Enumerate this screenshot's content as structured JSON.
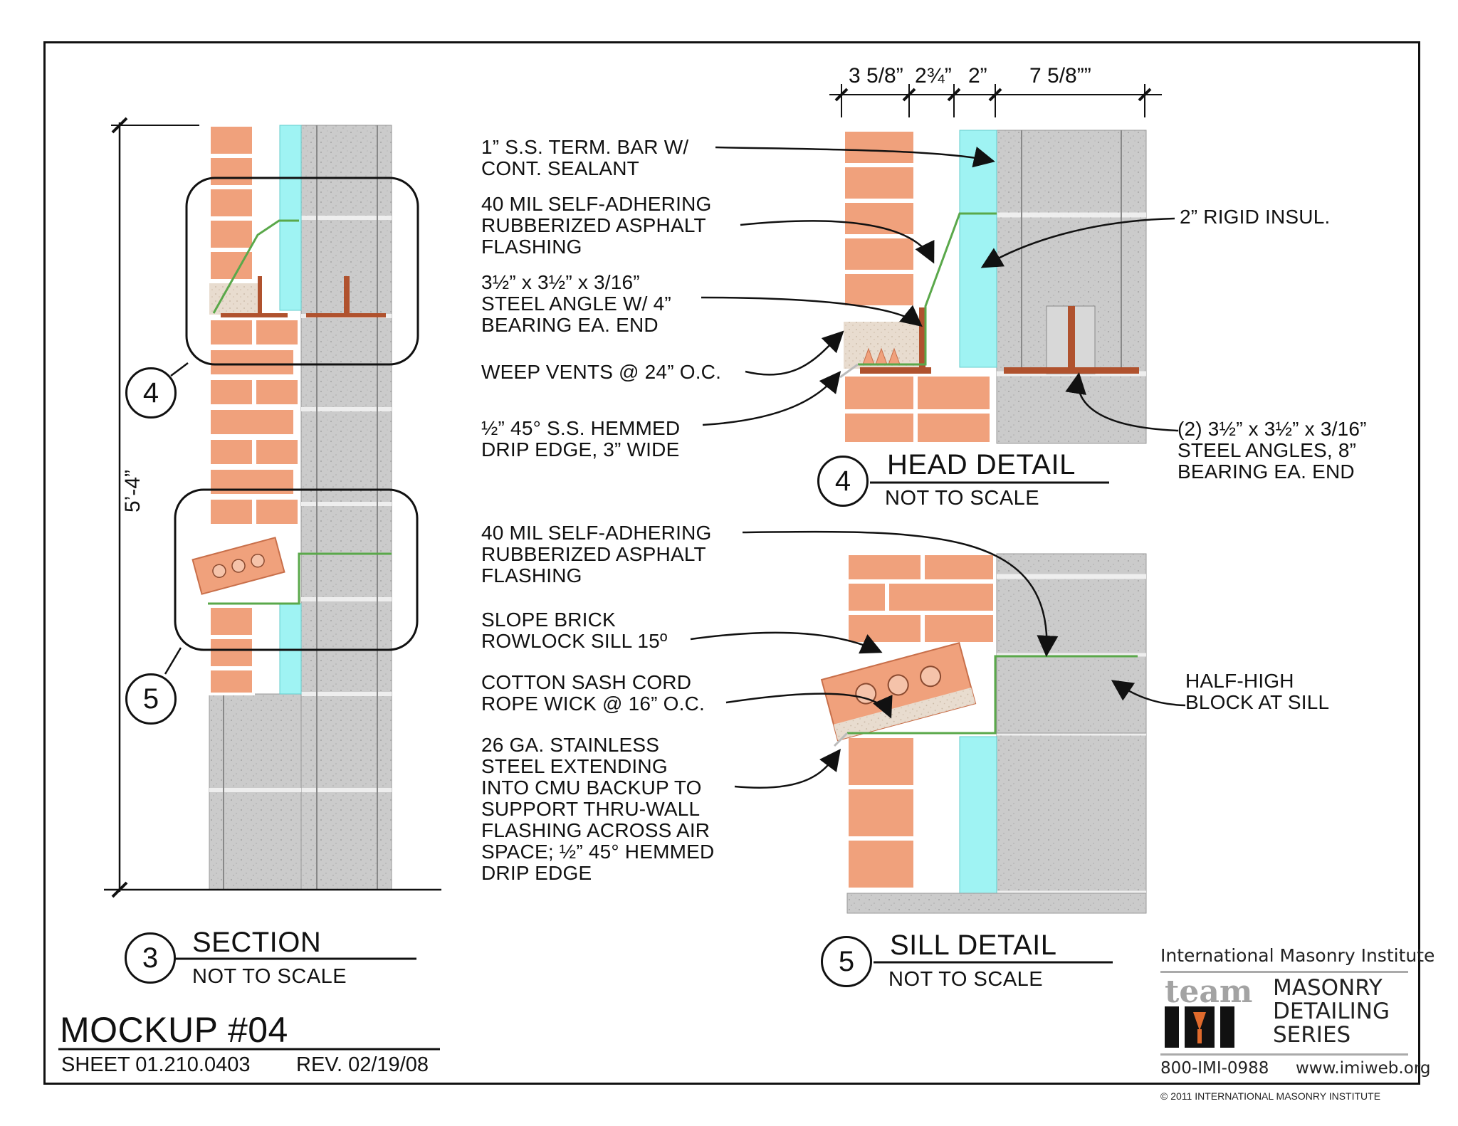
{
  "callouts": {
    "term_bar": "1” S.S. TERM. BAR W/\nCONT. SEALANT",
    "flashing_head": "40 MIL SELF-ADHERING\nRUBBERIZED ASPHALT\nFLASHING",
    "steel_angle": "3½” x 3½” x 3/16”\nSTEEL ANGLE W/ 4”\nBEARING EA. END",
    "weep_vents": "WEEP VENTS @ 24” O.C.",
    "drip_edge_head": "½” 45° S.S. HEMMED\nDRIP EDGE, 3” WIDE",
    "rigid_insul": "2” RIGID INSUL.",
    "steel_angles_block": "(2) 3½” x 3½” x 3/16”\nSTEEL ANGLES, 8”\nBEARING EA. END",
    "flashing_sill": "40 MIL SELF-ADHERING\nRUBBERIZED ASPHALT\nFLASHING",
    "rowlock_sill": "SLOPE BRICK\nROWLOCK SILL 15º",
    "sash_cord": "COTTON SASH CORD\nROPE WICK @ 16” O.C.",
    "stainless_steel": "26 GA. STAINLESS\nSTEEL EXTENDING\nINTO CMU BACKUP TO\nSUPPORT THRU-WALL\nFLASHING ACROSS AIR\nSPACE; ½” 45° HEMMED\nDRIP EDGE",
    "half_high_block": "HALF-HIGH\nBLOCK AT SILL"
  },
  "dimensions": {
    "height": "5’-4”",
    "head_widths": [
      "3 5/8”",
      "2¾”",
      "2”",
      "7 5/8””"
    ]
  },
  "details": {
    "section": {
      "number": "3",
      "title": "SECTION",
      "scale": "NOT TO SCALE"
    },
    "head": {
      "number": "4",
      "title": "HEAD DETAIL",
      "scale": "NOT TO SCALE"
    },
    "sill": {
      "number": "5",
      "title": "SILL DETAIL",
      "scale": "NOT TO SCALE"
    }
  },
  "section_bubbles": {
    "head_ref": "4",
    "sill_ref": "5"
  },
  "title_block": {
    "title": "MOCKUP #04",
    "sheet": "SHEET 01.210.0403",
    "rev": "REV. 02/19/08"
  },
  "logo": {
    "org": "International Masonry Institute",
    "team": "team",
    "series_line1": "MASONRY",
    "series_line2": "DETAILING",
    "series_line3": "SERIES",
    "phone": "800-IMI-0988",
    "web": "www.imiweb.org",
    "copyright": "© 2011 INTERNATIONAL MASONRY INSTITUTE"
  },
  "colors": {
    "brick": "#f0a17c",
    "brick_dark": "#c86f4a",
    "cmu": "#c9c9c9",
    "insulation": "#9ff3f3",
    "flashing": "#5aa84a",
    "steel": "#b0522e"
  }
}
